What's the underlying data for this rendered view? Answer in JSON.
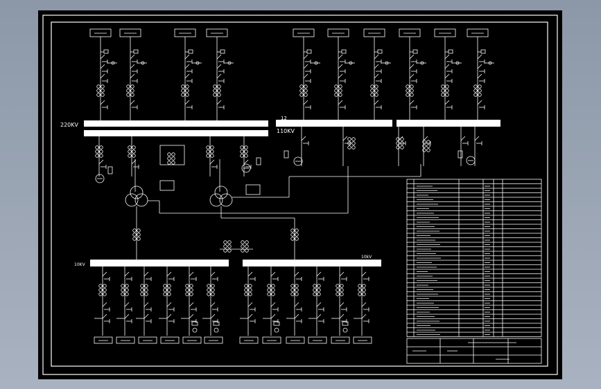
{
  "bus_labels": {
    "hv": "220KV",
    "mv": "110KV",
    "mv_tag": "12",
    "lv_left": "10KV",
    "lv_right": "10kV"
  },
  "colors": {
    "background": "#000000",
    "line": "#ffffff",
    "frame": "#ffffff",
    "app_backdrop": "#9aa4b2"
  }
}
